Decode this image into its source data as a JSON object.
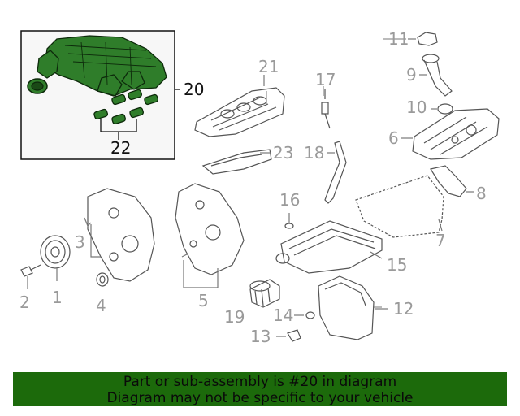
{
  "callouts": {
    "c1": "1",
    "c2": "2",
    "c3": "3",
    "c4": "4",
    "c5": "5",
    "c6": "6",
    "c7": "7",
    "c8": "8",
    "c9": "9",
    "c10": "10",
    "c11": "11",
    "c12": "12",
    "c13": "13",
    "c14": "14",
    "c15": "15",
    "c16": "16",
    "c17": "17",
    "c18": "18",
    "c19": "19",
    "c20": "20",
    "c21": "21",
    "c22": "22",
    "c23": "23"
  },
  "banner": {
    "line1": "Part or sub-assembly is #20 in diagram",
    "line2": "Diagram may not be specific to your vehicle"
  },
  "colors": {
    "highlight_fill": "#2f7d2a",
    "banner_bg": "#1c6a0b",
    "callout_text": "#9a9a9a",
    "inset_bg": "#f7f7f7"
  }
}
